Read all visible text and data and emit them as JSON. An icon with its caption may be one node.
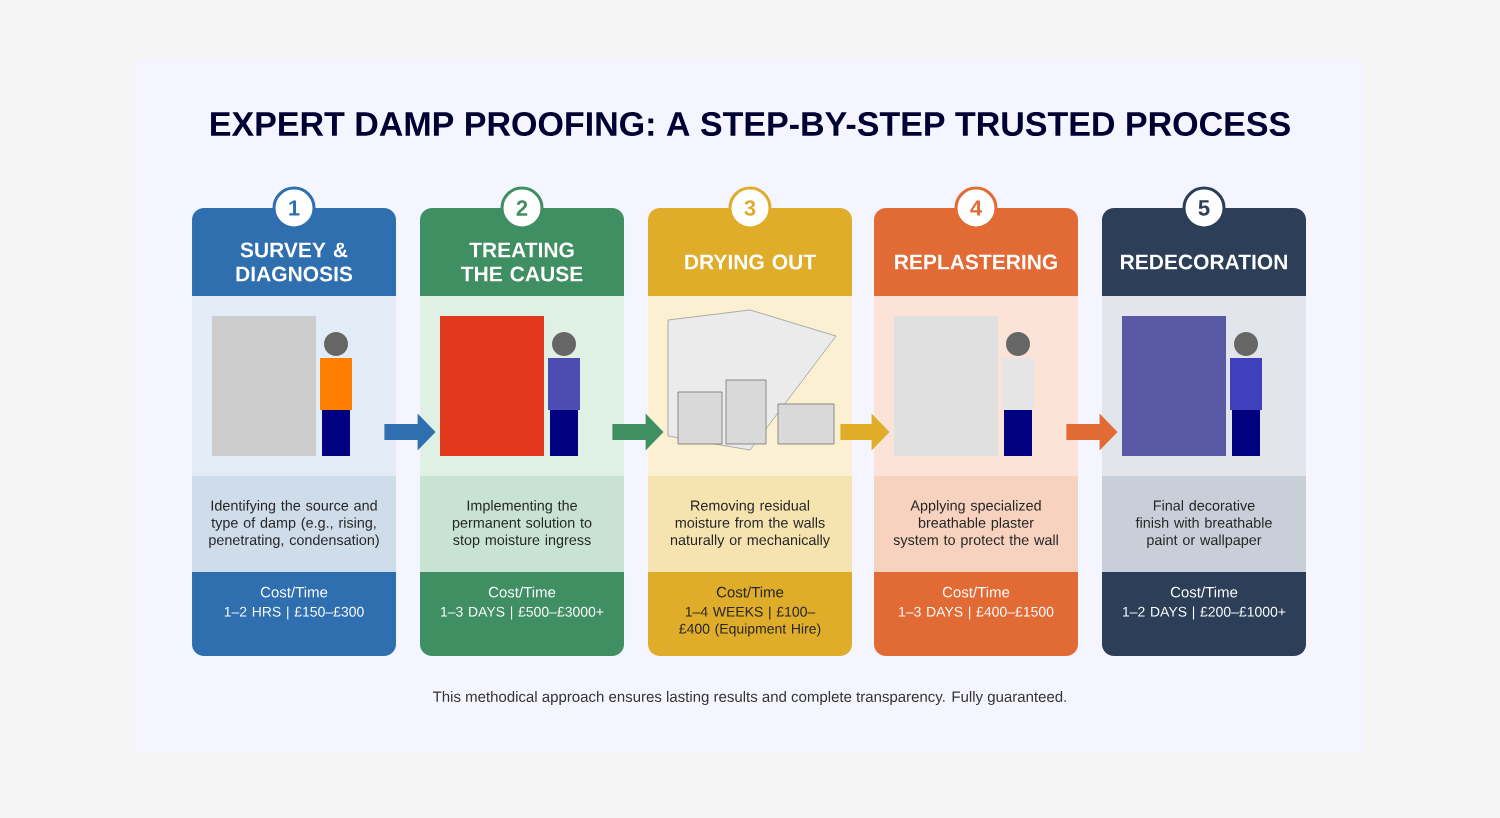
{
  "diagram": {
    "title": "EXPERT DAMP PROOFING: A STEP-BY-STEP TRUSTED PROCESS",
    "nodes": [
      {
        "text": [
          "1",
          "SURVEY & DIAGNOSIS",
          "Identifying the source and type of damp (e.g., rising, penetrating, condensation)",
          "Cost/Time",
          "1–2 HRS | £150–£300"
        ]
      },
      {
        "text": [
          "2",
          "TREATING THE CAUSE",
          "Implementing the permanent solution to stop moisture ingress",
          "Cost/Time",
          "1–3 DAYS | £500–£3000+"
        ]
      },
      {
        "text": [
          "3",
          "DRYING OUT",
          "Removing residual moisture from the walls naturally or mechanically",
          "Cost/Time",
          "1–4 WEEKS | £100–£400 (Equipment Hire)"
        ]
      },
      {
        "text": [
          "4",
          "REPLASTERING",
          "Applying specialized breathable plaster system to protect the wall",
          "Cost/Time",
          "1–3 DAYS | £400–£1500"
        ]
      },
      {
        "text": [
          "5",
          "REDECORATION",
          "Final decorative finish with breathable paint or wallpaper",
          "Cost/Time",
          "1–2 DAYS | £200–£1000+"
        ]
      }
    ],
    "edges": [
      {
        "from": 0,
        "to": 1,
        "arrow": "to",
        "color": "#2f6fb0"
      },
      {
        "from": 1,
        "to": 2,
        "arrow": "to",
        "color": "#3f8f63"
      },
      {
        "from": 2,
        "to": 3,
        "arrow": "to",
        "color": "#e0ad2a"
      },
      {
        "from": 3,
        "to": 4,
        "arrow": "to",
        "color": "#e26a35"
      }
    ],
    "labels": [
      "This methodical approach ensures lasting results and complete transparency. Fully guaranteed."
    ]
  }
}
